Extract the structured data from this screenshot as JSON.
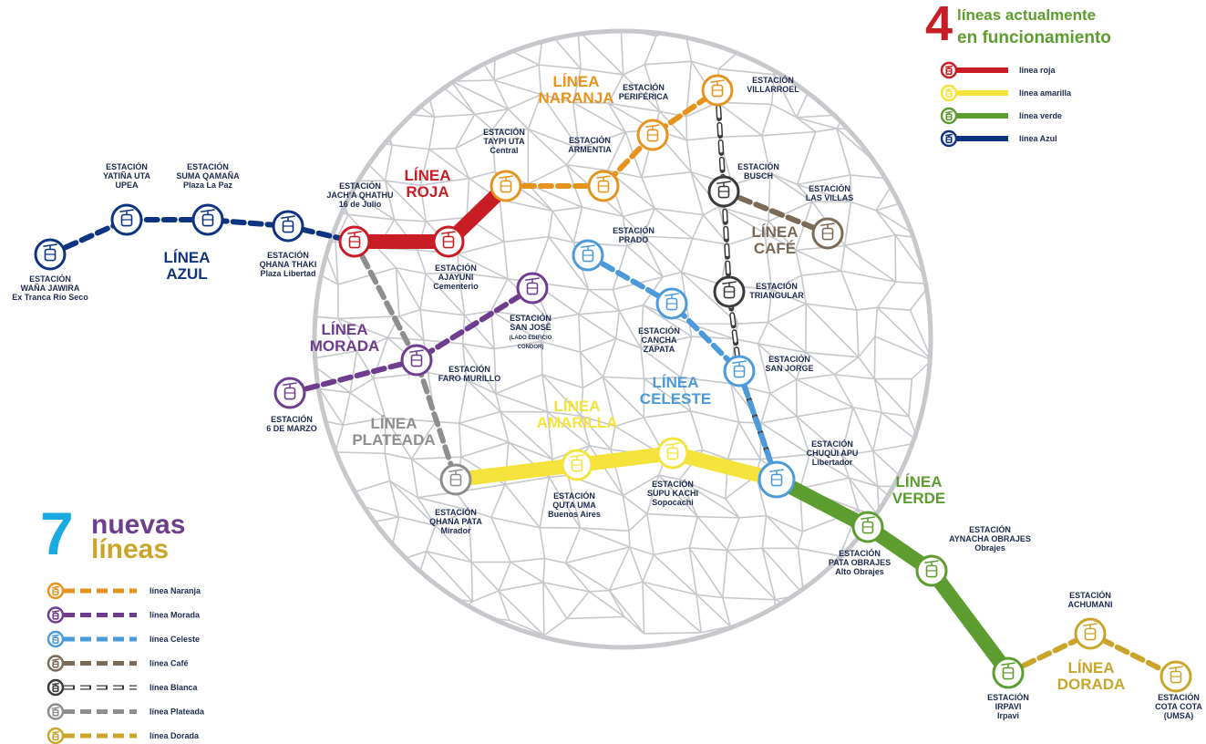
{
  "colors": {
    "azul": "#0e3380",
    "roja": "#c81d25",
    "amarilla": "#f3e33a",
    "verde": "#5d9c2f",
    "naranja": "#e5931d",
    "morada": "#6e3d8d",
    "celeste": "#4c9ad9",
    "cafe": "#7b6a58",
    "blanca": "#3a3a3a",
    "plateada": "#8e8e8e",
    "dorada": "#c9a52a",
    "circle": "#c6c8cc"
  },
  "header_current": {
    "number": "4",
    "line1": "líneas actualmente",
    "line2": "en funcionamiento"
  },
  "legend_current": [
    {
      "label": "línea roja",
      "color": "roja"
    },
    {
      "label": "línea amarilla",
      "color": "amarilla"
    },
    {
      "label": "línea verde",
      "color": "verde"
    },
    {
      "label": "línea Azul",
      "color": "azul"
    }
  ],
  "header_new": {
    "number": "7",
    "line1": "nuevas",
    "line2": "líneas"
  },
  "legend_new": [
    {
      "label": "línea Naranja",
      "color": "naranja"
    },
    {
      "label": "línea Morada",
      "color": "morada"
    },
    {
      "label": "línea Celeste",
      "color": "celeste"
    },
    {
      "label": "línea Café",
      "color": "cafe"
    },
    {
      "label": "línea Blanca",
      "color": "blanca"
    },
    {
      "label": "línea Plateada",
      "color": "plateada"
    },
    {
      "label": "línea Dorada",
      "color": "dorada"
    }
  ],
  "line_names": [
    {
      "lines": [
        "LÍNEA",
        "AZUL"
      ],
      "color": "azul"
    },
    {
      "lines": [
        "LÍNEA",
        "ROJA"
      ],
      "color": "roja"
    },
    {
      "lines": [
        "LÍNEA",
        "NARANJA"
      ],
      "color": "naranja"
    },
    {
      "lines": [
        "LÍNEA",
        "MORADA"
      ],
      "color": "morada"
    },
    {
      "lines": [
        "LÍNEA",
        "PLATEADA"
      ],
      "color": "plateada"
    },
    {
      "lines": [
        "LÍNEA",
        "AMARILLA"
      ],
      "color": "amarilla"
    },
    {
      "lines": [
        "LÍNEA",
        "CELESTE"
      ],
      "color": "celeste"
    },
    {
      "lines": [
        "LÍNEA",
        "CAFÉ"
      ],
      "color": "cafe"
    },
    {
      "lines": [
        "LÍNEA",
        "VERDE"
      ],
      "color": "verde"
    },
    {
      "lines": [
        "LÍNEA",
        "DORADA"
      ],
      "color": "dorada"
    }
  ],
  "stations": [
    {
      "id": "wana",
      "label": [
        "ESTACIÓN",
        "WAÑA JAWIRA",
        "Ex Tranca Río Seco"
      ],
      "color": "azul"
    },
    {
      "id": "yatina",
      "label": [
        "ESTACIÓN",
        "YATIÑA UTA",
        "UPEA"
      ],
      "color": "azul"
    },
    {
      "id": "suma",
      "label": [
        "ESTACIÓN",
        "SUMA QAMAÑA",
        "Plaza La Paz"
      ],
      "color": "azul"
    },
    {
      "id": "qhana",
      "label": [
        "ESTACIÓN",
        "QHANA THAKI",
        "Plaza Libertad"
      ],
      "color": "azul"
    },
    {
      "id": "jachka",
      "label": [
        "ESTACIÓN",
        "JACH'A QHATHU",
        "16 de Julio"
      ],
      "color": "roja"
    },
    {
      "id": "ajayuni",
      "label": [
        "ESTACIÓN",
        "AJAYUNI",
        "Cementerio"
      ],
      "color": "roja"
    },
    {
      "id": "taypi",
      "label": [
        "ESTACIÓN",
        "TAYPI UTA",
        "Central"
      ],
      "color": "naranja"
    },
    {
      "id": "armentia",
      "label": [
        "ESTACIÓN",
        "ARMENTIA"
      ],
      "color": "naranja"
    },
    {
      "id": "periferica",
      "label": [
        "ESTACIÓN",
        "PERIFÉRICA"
      ],
      "color": "naranja"
    },
    {
      "id": "villarroel",
      "label": [
        "ESTACIÓN",
        "VILLARROEL"
      ],
      "color": "naranja"
    },
    {
      "id": "busch",
      "label": [
        "ESTACIÓN",
        "BUSCH"
      ],
      "color": "blanca"
    },
    {
      "id": "villas",
      "label": [
        "ESTACIÓN",
        "LAS VILLAS"
      ],
      "color": "cafe"
    },
    {
      "id": "triangular",
      "label": [
        "ESTACIÓN",
        "TRIANGULAR"
      ],
      "color": "blanca"
    },
    {
      "id": "prado",
      "label": [
        "ESTACIÓN",
        "PRADO"
      ],
      "color": "celeste"
    },
    {
      "id": "cancha",
      "label": [
        "ESTACIÓN",
        "CANCHA",
        "ZAPATA"
      ],
      "color": "celeste"
    },
    {
      "id": "jorge",
      "label": [
        "ESTACIÓN",
        "SAN JORGE"
      ],
      "color": "celeste"
    },
    {
      "id": "sanjose",
      "label": [
        "ESTACIÓN",
        "SAN JOSÉ",
        "(LADO EDIFICIO",
        "CONDOR)"
      ],
      "color": "morada"
    },
    {
      "id": "faro",
      "label": [
        "ESTACIÓN",
        "FARO MURILLO"
      ],
      "color": "morada"
    },
    {
      "id": "marzo",
      "label": [
        "ESTACIÓN",
        "6 DE MARZO"
      ],
      "color": "morada"
    },
    {
      "id": "chuqui",
      "label": [
        "ESTACIÓN",
        "CHUQUI APU",
        "Libertador"
      ],
      "color": "celeste"
    },
    {
      "id": "qhanapata",
      "label": [
        "ESTACIÓN",
        "QHANA PATA",
        "Mirador"
      ],
      "color": "plateada"
    },
    {
      "id": "quta",
      "label": [
        "ESTACIÓN",
        "QUTA UMA",
        "Buenos Aires"
      ],
      "color": "amarilla"
    },
    {
      "id": "supu",
      "label": [
        "ESTACIÓN",
        "SUPU KACHI",
        "Sopocachi"
      ],
      "color": "amarilla"
    },
    {
      "id": "pata",
      "label": [
        "ESTACIÓN",
        "PATA OBRAJES",
        "Alto Obrajes"
      ],
      "color": "verde"
    },
    {
      "id": "aynacha",
      "label": [
        "ESTACIÓN",
        "AYNACHA OBRAJES",
        "Obrajes"
      ],
      "color": "verde"
    },
    {
      "id": "irpavi",
      "label": [
        "ESTACIÓN",
        "IRPAVI",
        "Irpavi"
      ],
      "color": "verde"
    },
    {
      "id": "achumani",
      "label": [
        "ESTACIÓN",
        "ACHUMANI"
      ],
      "color": "dorada"
    },
    {
      "id": "cota",
      "label": [
        "ESTACIÓN",
        "COTA COTA",
        "(UMSA)"
      ],
      "color": "dorada"
    }
  ]
}
